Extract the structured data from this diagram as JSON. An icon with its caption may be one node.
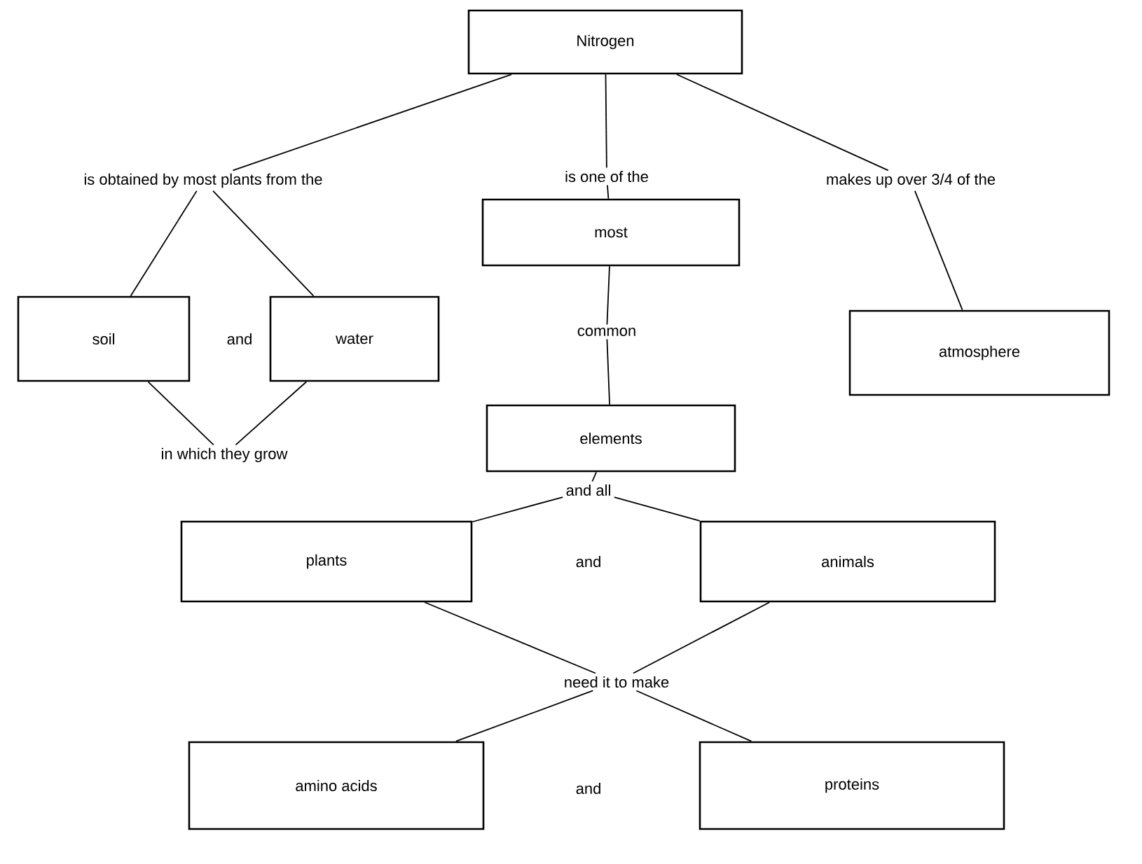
{
  "diagram": {
    "nodes": [
      {
        "text": [
          "Nitrogen"
        ]
      },
      {
        "text": [
          "is obtained by most plants from the"
        ]
      },
      {
        "text": [
          "is one of the"
        ]
      },
      {
        "text": [
          "makes up over 3/4 of the"
        ]
      },
      {
        "text": [
          "most"
        ]
      },
      {
        "text": [
          "soil"
        ]
      },
      {
        "text": [
          "water"
        ]
      },
      {
        "text": [
          "common"
        ]
      },
      {
        "text": [
          "atmosphere"
        ]
      },
      {
        "text": [
          "in which they grow"
        ]
      },
      {
        "text": [
          "elements"
        ]
      },
      {
        "text": [
          "and all"
        ]
      },
      {
        "text": [
          "plants"
        ]
      },
      {
        "text": [
          "animals"
        ]
      },
      {
        "text": [
          "need it to make"
        ]
      },
      {
        "text": [
          "amino acids"
        ]
      },
      {
        "text": [
          "proteins"
        ]
      }
    ],
    "edges": [
      {
        "from": 0,
        "to": 1,
        "arrow": "none"
      },
      {
        "from": 1,
        "to": 5,
        "arrow": "none"
      },
      {
        "from": 1,
        "to": 6,
        "arrow": "none"
      },
      {
        "from": 0,
        "to": 2,
        "arrow": "none"
      },
      {
        "from": 2,
        "to": 4,
        "arrow": "none"
      },
      {
        "from": 0,
        "to": 3,
        "arrow": "none"
      },
      {
        "from": 3,
        "to": 8,
        "arrow": "none"
      },
      {
        "from": 4,
        "to": 7,
        "arrow": "none"
      },
      {
        "from": 7,
        "to": 10,
        "arrow": "none"
      },
      {
        "from": 5,
        "to": 9,
        "arrow": "none"
      },
      {
        "from": 6,
        "to": 9,
        "arrow": "none"
      },
      {
        "from": 10,
        "to": 11,
        "arrow": "none"
      },
      {
        "from": 11,
        "to": 12,
        "arrow": "none"
      },
      {
        "from": 11,
        "to": 13,
        "arrow": "none"
      },
      {
        "from": 12,
        "to": 14,
        "arrow": "none"
      },
      {
        "from": 13,
        "to": 14,
        "arrow": "none"
      },
      {
        "from": 14,
        "to": 15,
        "arrow": "none"
      },
      {
        "from": 14,
        "to": 16,
        "arrow": "none"
      }
    ],
    "labels": [
      "and",
      "and",
      "and"
    ]
  }
}
